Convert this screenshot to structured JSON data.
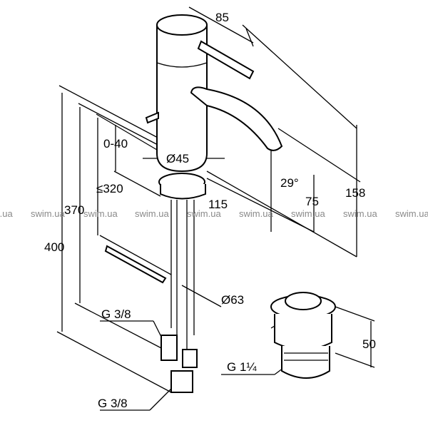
{
  "drawing": {
    "dimensions": {
      "lever_reach": "85",
      "pop_up_range": "0-40",
      "body_diameter": "Ø45",
      "spout_angle": "29°",
      "max_deck": "≤320",
      "spout_projection": "115",
      "spout_height": "75",
      "total_height": "158",
      "hose_370": "370",
      "hose_400": "400",
      "waste_diameter": "Ø63",
      "thread_top": "G 3/8",
      "waste_height": "50",
      "waste_thread": "G 1¼",
      "thread_bottom": "G 3/8"
    },
    "watermark": "swim.ua"
  }
}
